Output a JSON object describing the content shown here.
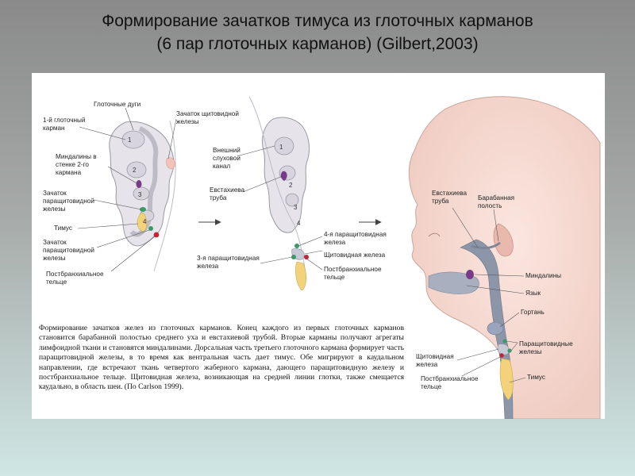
{
  "title": {
    "line1": "Формирование зачатков тимуса из глоточных карманов",
    "line2": "(6 пар глоточных карманов)  (Gilbert,2003)"
  },
  "figure": {
    "stage1": {
      "labels": {
        "arches": "Глоточные дуги",
        "pouch1_a": "1-й глоточный",
        "pouch1_b": "карман",
        "tonsils_a": "Миндалины в",
        "tonsils_b": "стенке 2-го",
        "tonsils_c": "кармана",
        "para_a": "Зачаток",
        "para_b": "паращитовидной",
        "para_c": "железы",
        "thymus": "Тимус",
        "para2_a": "Зачаток",
        "para2_b": "паращитовидной",
        "para2_c": "железы",
        "ultimo_a": "Постбранхиальное",
        "ultimo_b": "тельце",
        "thyroid_a": "Зачаток щитовидной",
        "thyroid_b": "железы"
      },
      "numbers": [
        "1",
        "2",
        "3",
        "4"
      ]
    },
    "stage2": {
      "labels": {
        "ear_a": "Внешний",
        "ear_b": "слуховой",
        "ear_c": "канал",
        "tube_a": "Евстахиева",
        "tube_b": "труба",
        "para4_a": "4-я паращитовидная",
        "para4_b": "железа",
        "thyroid": "Щитовидная железа",
        "ultimo_a": "Постбранхиальное",
        "ultimo_b": "тельце",
        "para3_a": "3-я паращитовидная",
        "para3_b": "железа"
      },
      "numbers": [
        "1",
        "2",
        "3",
        "4"
      ]
    },
    "stage3": {
      "labels": {
        "tube_a": "Евстахиева",
        "tube_b": "труба",
        "cavity_a": "Барабанная",
        "cavity_b": "полость",
        "tonsils": "Миндалины",
        "tongue": "Язык",
        "larynx": "Гортань",
        "para_a": "Паращитовидные",
        "para_b": "железы",
        "thyroid_a": "Щитовидная",
        "thyroid_b": "железа",
        "ultimo_a": "Постбранхиальное",
        "ultimo_b": "тельце",
        "thymus": "Тимус"
      }
    },
    "caption": "Формирование зачатков желез из глоточных карманов. Конец каждого из первых глоточных карманов становится барабанной полостью среднего уха и евстахиевой трубой. Вторые карманы получают агрегаты лимфоидной ткани и становятся миндалинами. Дорсальная часть третьего глоточного кармана формирует часть паращитовидной железы, в то время как вентральная часть дает тимус. Обе мигрируют в каудальном направлении, где встречают ткань четвертого жаберного кармана, дающего паращитовидную железу и постбранхиальное тельце. Щитовидная железа, возникающая на средней линии глотки, также смещается каудально, в область шеи. (По Carlson 1999)."
  },
  "colors": {
    "tissue": "#e6e4ea",
    "outline": "#9a9aa4",
    "thymus": "#f2d27a",
    "parathyroid": "#3a9a6a",
    "ultimobranchial": "#c2243c",
    "tonsil": "#7a3a8a",
    "thyroid_bud": "#f3c3ba",
    "skin": "#f4d8cf",
    "airway": "#8c96a8"
  }
}
